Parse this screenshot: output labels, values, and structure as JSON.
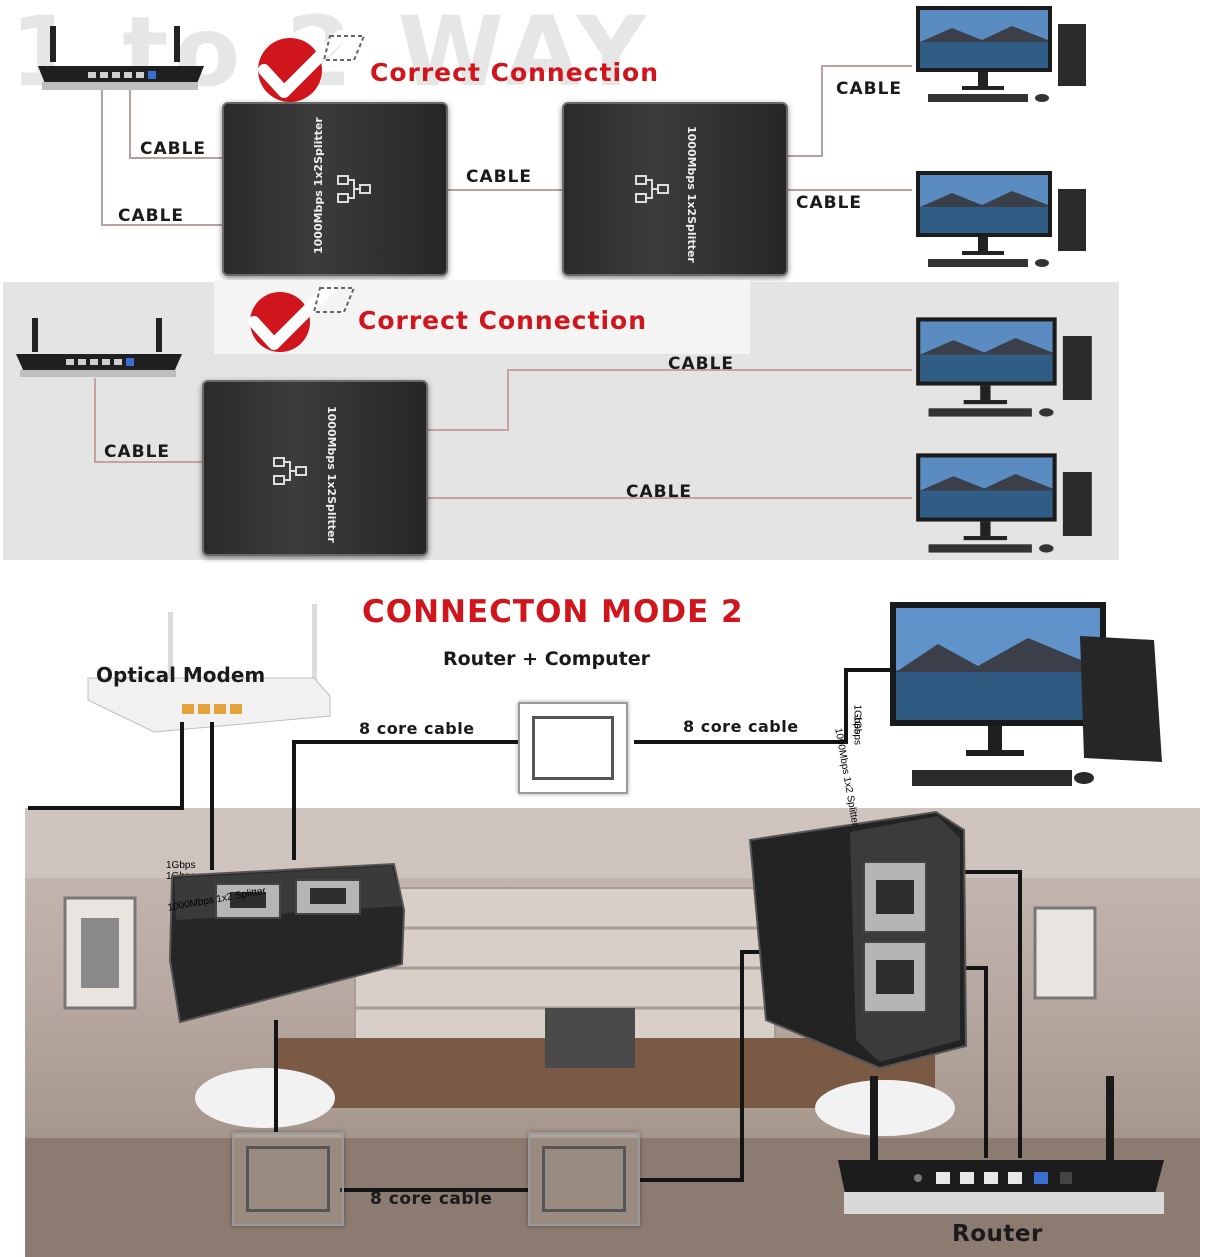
{
  "watermark": {
    "text": "1 to 2 WAY"
  },
  "section1": {
    "badge_text": "Correct Connection",
    "cable_labels": [
      "CABLE",
      "CABLE",
      "CABLE",
      "CABLE",
      "CABLE"
    ],
    "splitter_label": "1000Mbps 1x2Splitter"
  },
  "section2": {
    "badge_text": "Correct Connection",
    "cable_labels": [
      "CABLE",
      "CABLE",
      "CABLE"
    ],
    "splitter_label": "1000Mbps 1x2Splitter"
  },
  "mode2": {
    "title": "CONNECTON MODE 2",
    "subtitle": "Router + Computer",
    "modem_label": "Optical Modem",
    "cable_label_left": "8 core cable",
    "cable_label_right": "8 core cable",
    "cable_label_bottom": "8 core cable",
    "router_label": "Router",
    "splitter_label": "1000Mbps 1x2 Splitter",
    "port_label_a": "1Gbps",
    "port_label_b": "1Gbps",
    "port_label_c": "1Gbps",
    "port_label_d": "1Gbps"
  },
  "colors": {
    "accent_red": "#d0151c",
    "cable_line": "#c9a0a0",
    "splitter_body": "#2f2f2f"
  }
}
